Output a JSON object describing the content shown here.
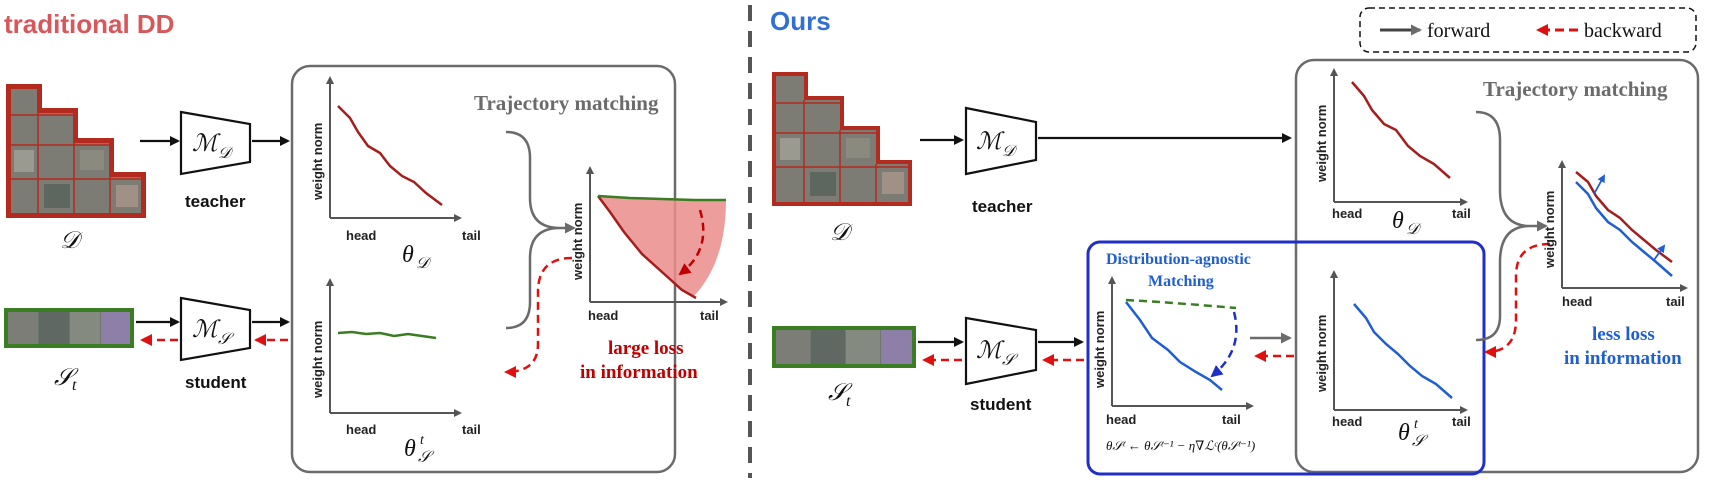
{
  "sections": {
    "left_title": "traditional DD",
    "right_title": "Ours"
  },
  "legend": {
    "forward": "forward",
    "backward": "backward"
  },
  "labels": {
    "teacher": "teacher",
    "student": "student",
    "trajectory_matching": "Trajectory matching",
    "weight_norm": "weight norm",
    "head": "head",
    "tail": "tail",
    "dataset_real": "𝒟",
    "dataset_synth": "𝒮",
    "synth_sub": "t",
    "model_teacher": "ℳ",
    "model_teacher_sub": "𝒟",
    "model_student": "ℳ",
    "model_student_sub": "𝒮",
    "theta": "θ",
    "theta_teacher_sub": "𝒟",
    "theta_student_sub": "𝒮",
    "theta_student_sup": "t"
  },
  "left": {
    "loss_line1": "large loss",
    "loss_line2": "in information"
  },
  "right": {
    "dam_title_line1": "Distribution-agnostic",
    "dam_title_line2": "Matching",
    "update_rule": "θ𝒮ᵗ ← θ𝒮ᵗ⁻¹ − η∇ℒᶜ(θ𝒮ᵗ⁻¹)",
    "loss_line1": "less loss",
    "loss_line2": "in information"
  },
  "colors": {
    "left_title": "#d9575b",
    "right_title": "#2f6fd6",
    "teacher_curve": "#a51e1e",
    "student_curve_green": "#3b7d23",
    "student_curve_blue": "#1f5fd1",
    "backward_arrow": "#e01010",
    "loss_region": "#eb8c8c",
    "dam_box": "#1f2fc8"
  }
}
